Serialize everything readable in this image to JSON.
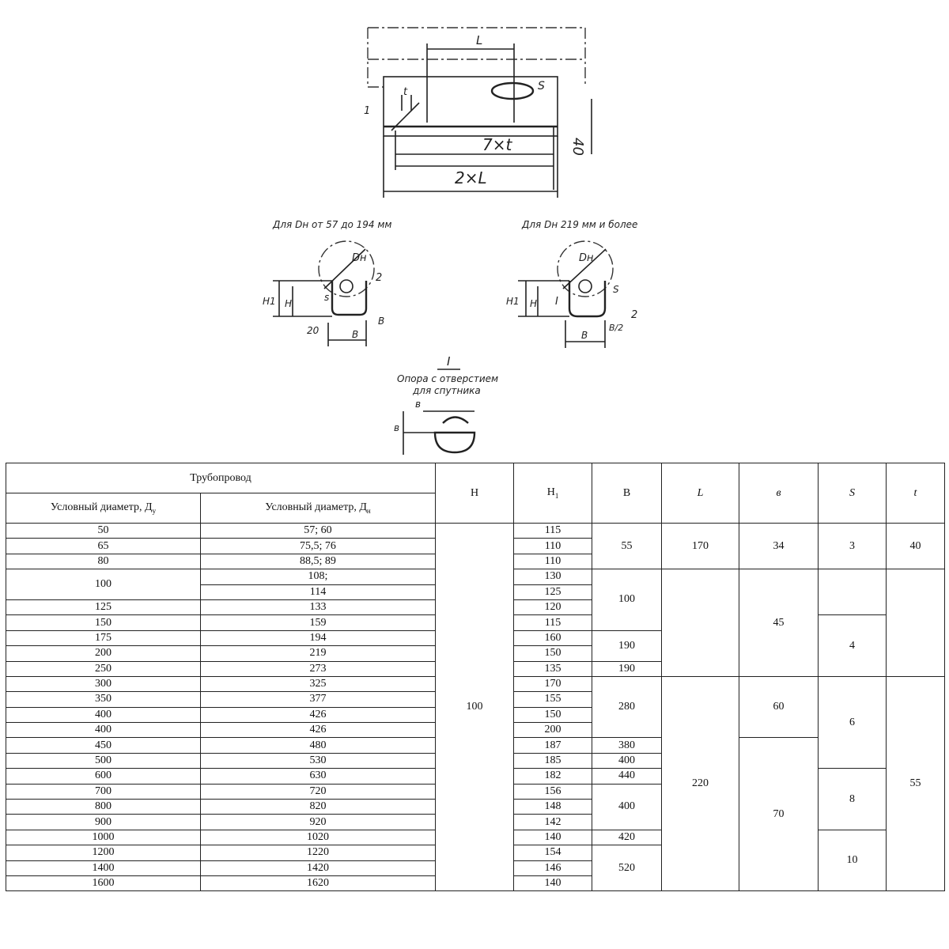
{
  "drawing": {
    "top_labels": {
      "L": "L",
      "S": "S",
      "t": "t",
      "one": "1",
      "seven_t": "7×t",
      "two_L": "2×L",
      "forty": "40"
    },
    "left_view": {
      "caption": "Для Dн от 57 до 194 мм",
      "Dn": "Dн",
      "H1": "H1",
      "H": "H",
      "s": "s",
      "two": "2",
      "twenty": "20",
      "B": "B",
      "B2": "B"
    },
    "right_view": {
      "caption": "Для Dн 219 мм и более",
      "Dn": "Dн",
      "H1": "H1",
      "H": "H",
      "I": "I",
      "s": "S",
      "two": "2",
      "B_half": "B/2",
      "B": "B"
    },
    "detail": {
      "mark": "I",
      "caption_line1": "Опора с отверстием",
      "caption_line2": "для спутника",
      "v_top": "в",
      "v_side": "в"
    }
  },
  "table": {
    "header": {
      "group": "Трубопровод",
      "dy": "Условный диаметр, Д",
      "dy_sub": "у",
      "dn": "Условный диаметр, Д",
      "dn_sub": "н",
      "H": "H",
      "H1": "H",
      "H1_sub": "1",
      "B": "B",
      "L": "L",
      "v": "в",
      "S": "S",
      "t": "t"
    },
    "dy": [
      {
        "v": "50",
        "n": 1
      },
      {
        "v": "65",
        "n": 1
      },
      {
        "v": "80",
        "n": 1
      },
      {
        "v": "100",
        "n": 2
      },
      {
        "v": "125",
        "n": 1
      },
      {
        "v": "150",
        "n": 1
      },
      {
        "v": "175",
        "n": 1
      },
      {
        "v": "200",
        "n": 1
      },
      {
        "v": "250",
        "n": 1
      },
      {
        "v": "300",
        "n": 1
      },
      {
        "v": "350",
        "n": 1
      },
      {
        "v": "400",
        "n": 1
      },
      {
        "v": "400",
        "n": 1
      },
      {
        "v": "450",
        "n": 1
      },
      {
        "v": "500",
        "n": 1
      },
      {
        "v": "600",
        "n": 1
      },
      {
        "v": "700",
        "n": 1
      },
      {
        "v": "800",
        "n": 1
      },
      {
        "v": "900",
        "n": 1
      },
      {
        "v": "1000",
        "n": 1
      },
      {
        "v": "1200",
        "n": 1
      },
      {
        "v": "1400",
        "n": 1
      },
      {
        "v": "1600",
        "n": 1
      }
    ],
    "dn": [
      "57; 60",
      "75,5; 76",
      "88,5; 89",
      "108;",
      "114",
      "133",
      "159",
      "194",
      "219",
      "273",
      "325",
      "377",
      "426",
      "426",
      "480",
      "530",
      "630",
      "720",
      "820",
      "920",
      "1020",
      "1220",
      "1420",
      "1620"
    ],
    "H": [
      {
        "v": "100",
        "n": 24
      }
    ],
    "H1": [
      "115",
      "110",
      "110",
      "130",
      "125",
      "120",
      "115",
      "160",
      "150",
      "135",
      "170",
      "155",
      "150",
      "200",
      "187",
      "185",
      "182",
      "156",
      "148",
      "142",
      "140",
      "154",
      "146",
      "140"
    ],
    "B": [
      {
        "v": "55",
        "n": 3
      },
      {
        "v": "100",
        "n": 4
      },
      {
        "v": "190",
        "n": 2
      },
      {
        "v": "190",
        "n": 1
      },
      {
        "v": "280",
        "n": 4
      },
      {
        "v": "380",
        "n": 1
      },
      {
        "v": "400",
        "n": 1
      },
      {
        "v": "440",
        "n": 1
      },
      {
        "v": "400",
        "n": 3
      },
      {
        "v": "420",
        "n": 1
      },
      {
        "v": "520",
        "n": 3
      }
    ],
    "L": [
      {
        "v": "170",
        "n": 3
      },
      {
        "v": "",
        "n": 7
      },
      {
        "v": "220",
        "n": 14
      }
    ],
    "v": [
      {
        "v": "34",
        "n": 3
      },
      {
        "v": "45",
        "n": 7
      },
      {
        "v": "60",
        "n": 4
      },
      {
        "v": "70",
        "n": 10
      }
    ],
    "S": [
      {
        "v": "3",
        "n": 3
      },
      {
        "v": "",
        "n": 3
      },
      {
        "v": "4",
        "n": 4
      },
      {
        "v": "6",
        "n": 6
      },
      {
        "v": "8",
        "n": 4
      },
      {
        "v": "10",
        "n": 4
      }
    ],
    "t": [
      {
        "v": "40",
        "n": 3
      },
      {
        "v": "",
        "n": 7
      },
      {
        "v": "55",
        "n": 14
      }
    ]
  }
}
